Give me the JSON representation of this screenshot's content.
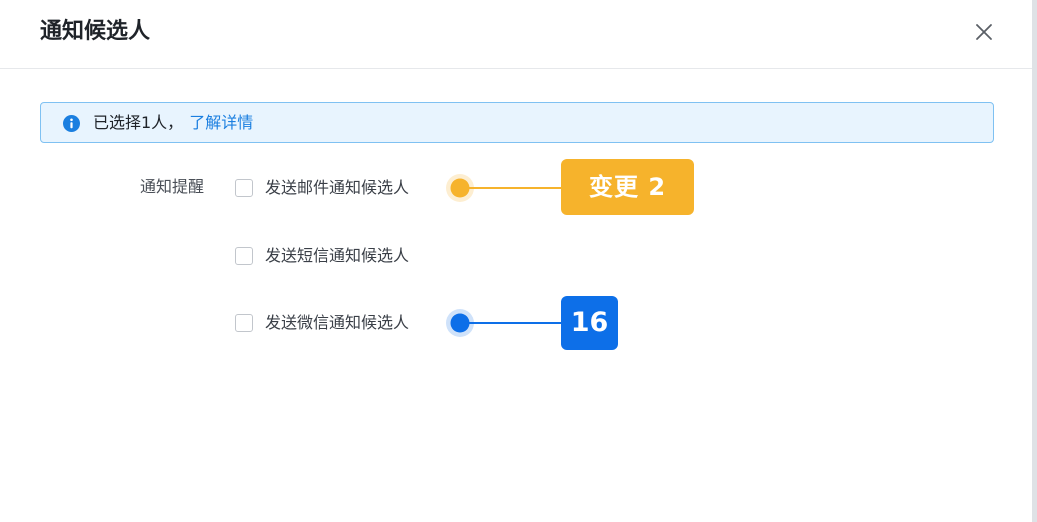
{
  "dialog": {
    "title": "通知候选人",
    "close_icon": "close-icon"
  },
  "info_banner": {
    "text": "已选择1人，",
    "link": "了解详情",
    "icon": "info-icon",
    "colors": {
      "border": "#7fc1f2",
      "background": "#e8f4fe",
      "link": "#1b7fe0"
    }
  },
  "notification": {
    "label": "通知提醒",
    "options": [
      {
        "label": "发送邮件通知候选人",
        "checked": false
      },
      {
        "label": "发送短信通知候选人",
        "checked": false
      },
      {
        "label": "发送微信通知候选人",
        "checked": false
      }
    ]
  },
  "annotations": [
    {
      "text": "变更 2",
      "color": "#f6b32c"
    },
    {
      "text": "16",
      "color": "#0d6fe8"
    }
  ]
}
